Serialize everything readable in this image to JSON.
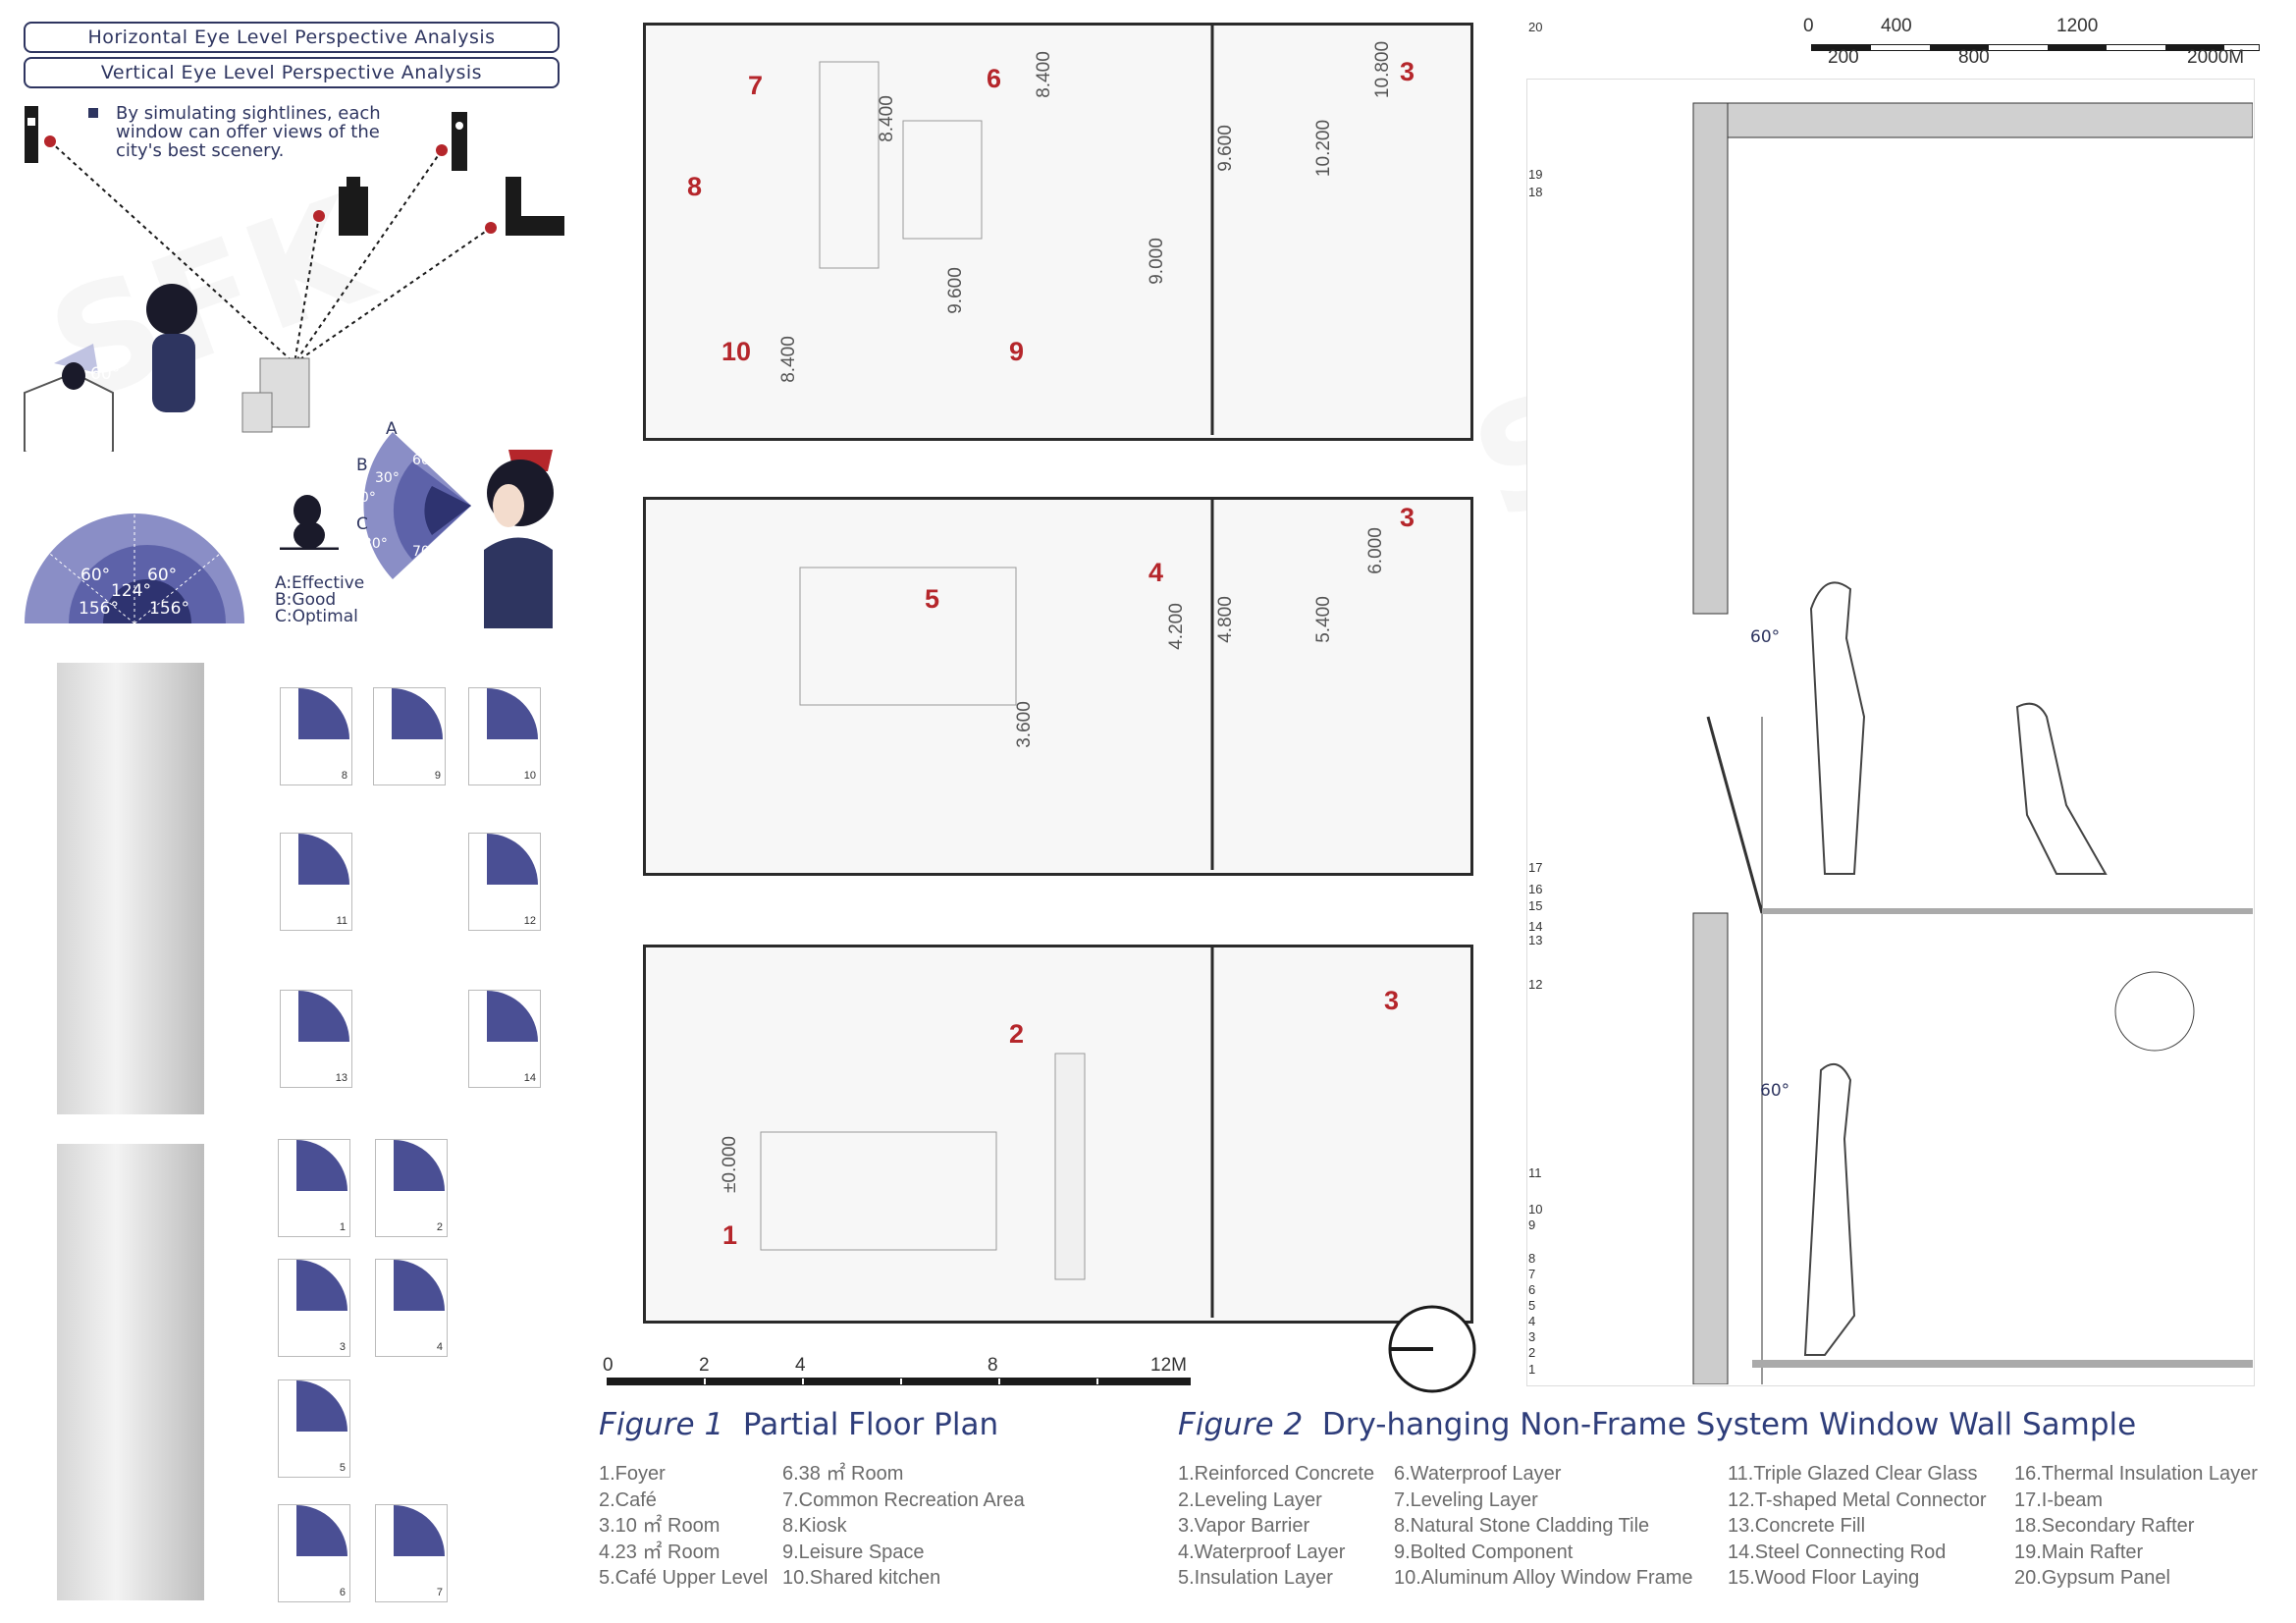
{
  "left": {
    "tab1": "Horizontal Eye Level Perspective Analysis",
    "tab2": "Vertical Eye Level Perspective Analysis",
    "note": "By simulating sightlines, each window can offer views of the city's best scenery.",
    "fan_labels": {
      "a1": "60°",
      "a2": "60°",
      "mid": "124°",
      "b1": "156°",
      "b2": "156°",
      "small": "60°"
    },
    "vfan_labels": {
      "A": "A",
      "B": "B",
      "C": "C",
      "deg60": "60°",
      "deg30a": "30°",
      "deg10": "10°",
      "deg30b": "30°",
      "deg70": "70°"
    },
    "legend": [
      "A:Effective",
      "B:Good",
      "C:Optimal"
    ],
    "thumbs": [
      "8",
      "9",
      "10",
      "11",
      "12",
      "13",
      "14",
      "1",
      "2",
      "3",
      "4",
      "5",
      "6",
      "7"
    ],
    "colors": {
      "accent": "#4a4f94",
      "navy": "#2e3560",
      "red": "#b5262b"
    }
  },
  "plans": {
    "top_rooms": [
      "7",
      "6",
      "8",
      "10",
      "9",
      "3"
    ],
    "top_dims": [
      "8.400",
      "8.400",
      "9.600",
      "10.200",
      "10.800",
      "9.000",
      "9.600",
      "8.400"
    ],
    "mid_rooms": [
      "5",
      "4",
      "3"
    ],
    "mid_dims": [
      "4.800",
      "5.400",
      "6.000",
      "4.200",
      "3.600"
    ],
    "bot_rooms": [
      "2",
      "1",
      "3"
    ],
    "bot_dims": [
      "±0.000"
    ],
    "scale": {
      "labels": [
        "0",
        "2",
        "4",
        "8",
        "12M"
      ]
    }
  },
  "section": {
    "scale": {
      "top": [
        "0",
        "400",
        "1200"
      ],
      "bottom": [
        "200",
        "800",
        "2000M"
      ]
    },
    "layer_nums": [
      "20",
      "19",
      "18",
      "17",
      "16",
      "15",
      "14",
      "13",
      "12",
      "11",
      "10",
      "9",
      "8",
      "7",
      "6",
      "5",
      "4",
      "3",
      "2",
      "1"
    ],
    "angles": [
      "60°",
      "60°"
    ]
  },
  "fig1": {
    "num": "Figure 1",
    "title": "Partial Floor Plan",
    "col1": [
      "1.Foyer",
      "2.Café",
      "3.10 ㎡ Room",
      "4.23 ㎡ Room",
      "5.Café Upper Level"
    ],
    "col2": [
      "6.38 ㎡ Room",
      "7.Common Recreation Area",
      "8.Kiosk",
      "9.Leisure Space",
      "10.Shared kitchen"
    ]
  },
  "fig2": {
    "num": "Figure 2",
    "title": "Dry-hanging Non-Frame System Window Wall Sample",
    "col1": [
      "1.Reinforced Concrete",
      "2.Leveling Layer",
      "3.Vapor Barrier",
      "4.Waterproof Layer",
      "5.Insulation Layer"
    ],
    "col2": [
      "6.Waterproof Layer",
      "7.Leveling Layer",
      "8.Natural Stone Cladding Tile",
      "9.Bolted Component",
      "10.Aluminum Alloy Window Frame"
    ],
    "col3": [
      "11.Triple Glazed Clear Glass",
      "12.T-shaped Metal Connector",
      "13.Concrete Fill",
      "14.Steel Connecting Rod",
      "15.Wood Floor Laying"
    ],
    "col4": [
      "16.Thermal Insulation Layer",
      "17.I-beam",
      "18.Secondary Rafter",
      "19.Main Rafter",
      "20.Gypsum Panel"
    ]
  },
  "watermark": {
    "text": "SFK"
  }
}
